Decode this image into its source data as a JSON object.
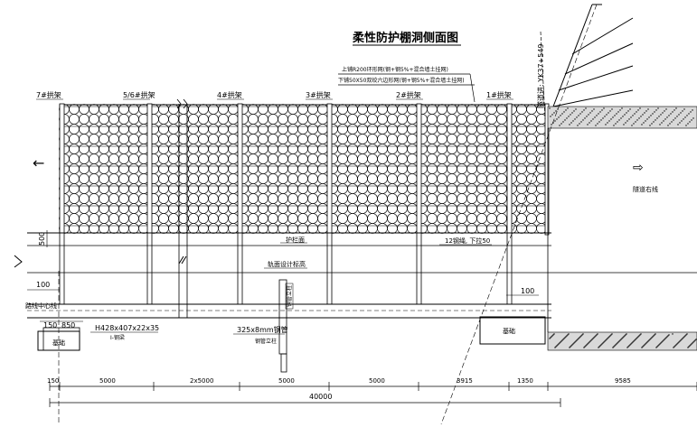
{
  "drawing": {
    "title": "柔性防护棚洞侧面图",
    "note_top": "上铺R200环形网(钢+钢5%+混合墙土挂网)",
    "note_bottom": "下铺50X50双绞六边形网(钢+钢5%+混合墙土挂网)",
    "station": "隧道进: YK37+549",
    "arrow_left": "←",
    "arrow_right": "⇨",
    "right_label": "隧道右线",
    "center_line": "路线中心线",
    "hatch_pattern_note": ""
  },
  "frames": [
    {
      "label": "7#拱架"
    },
    {
      "label": "5/6#拱架"
    },
    {
      "label": "4#拱架"
    },
    {
      "label": "3#拱架"
    },
    {
      "label": "2#拱架"
    },
    {
      "label": "1#拱架"
    }
  ],
  "labels": {
    "guard_fence": "护栏面",
    "rail_line": "轨面设计标高",
    "cable": "12钢绳, 下拉50",
    "steel_beam": "H428x407x22x35",
    "steel_beam_sub": "I-钢梁",
    "steel_pipe": "325x8mm钢管",
    "steel_pipe_sub": "钢管立柱",
    "foundation_left": "基础",
    "foundation_right": "基础",
    "vertical_pile": "钢管立柱"
  },
  "dims": {
    "d500": "500",
    "d100_left": "100",
    "d100_right": "100",
    "d150": "150",
    "d850": "850",
    "bottom": [
      "150",
      "5000",
      "2x5000",
      "5000",
      "5000",
      "3915",
      "1350",
      "9585"
    ],
    "total": "40000"
  }
}
